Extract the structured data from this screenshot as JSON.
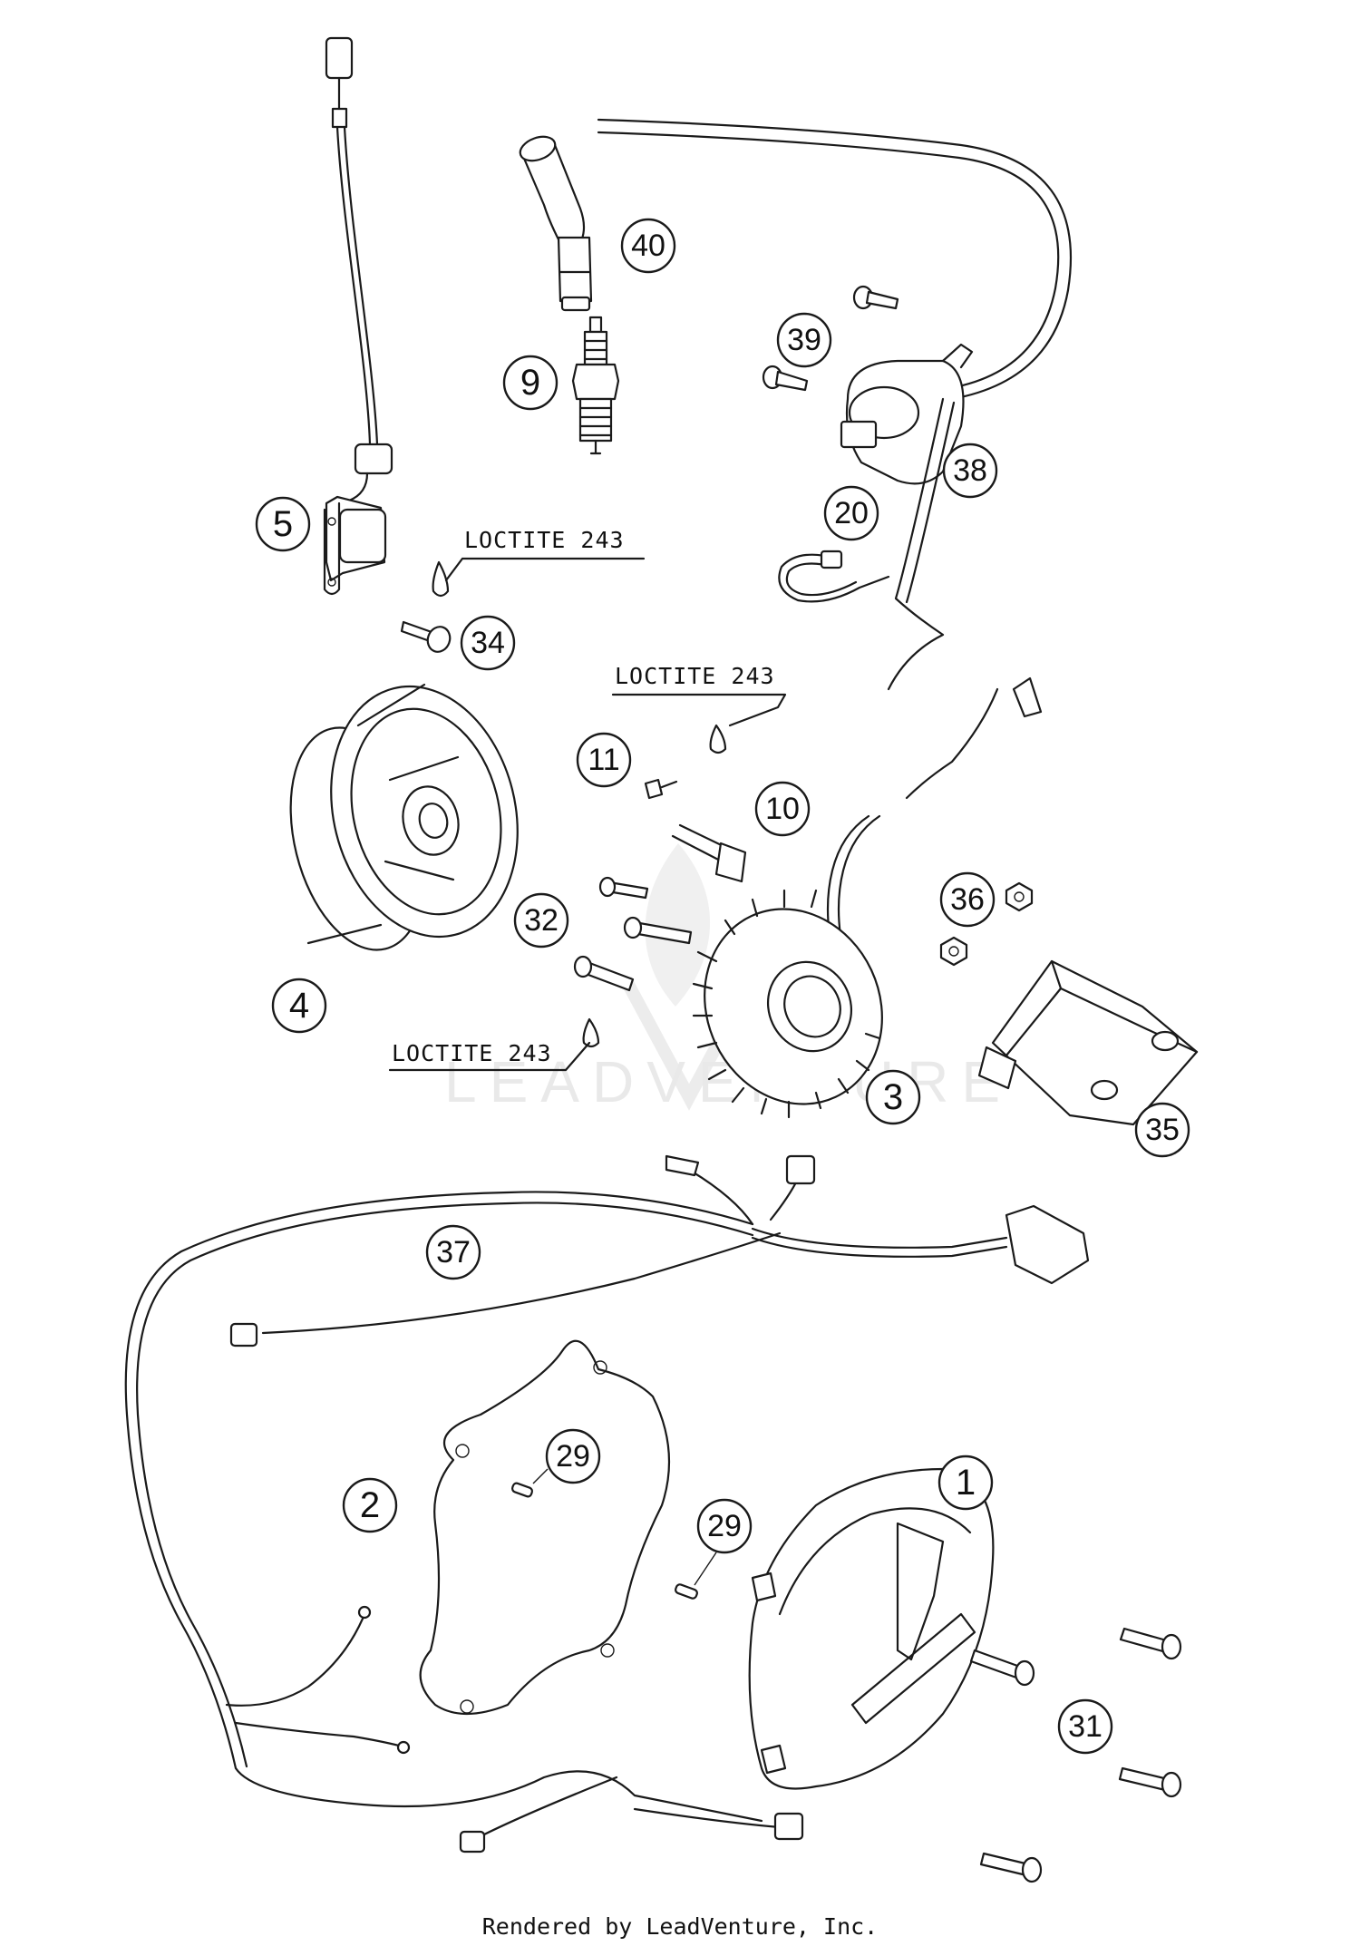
{
  "callouts": [
    {
      "id": "c1",
      "label": "1"
    },
    {
      "id": "c2",
      "label": "2"
    },
    {
      "id": "c3",
      "label": "3"
    },
    {
      "id": "c4",
      "label": "4"
    },
    {
      "id": "c5",
      "label": "5"
    },
    {
      "id": "c9",
      "label": "9"
    },
    {
      "id": "c10",
      "label": "10"
    },
    {
      "id": "c11",
      "label": "11"
    },
    {
      "id": "c20",
      "label": "20"
    },
    {
      "id": "c29a",
      "label": "29"
    },
    {
      "id": "c29b",
      "label": "29"
    },
    {
      "id": "c31",
      "label": "31"
    },
    {
      "id": "c32",
      "label": "32"
    },
    {
      "id": "c34",
      "label": "34"
    },
    {
      "id": "c35",
      "label": "35"
    },
    {
      "id": "c36",
      "label": "36"
    },
    {
      "id": "c37",
      "label": "37"
    },
    {
      "id": "c38",
      "label": "38"
    },
    {
      "id": "c39",
      "label": "39"
    },
    {
      "id": "c40",
      "label": "40"
    }
  ],
  "notes": [
    {
      "id": "n1",
      "text": "LOCTITE 243"
    },
    {
      "id": "n2",
      "text": "LOCTITE 243"
    },
    {
      "id": "n3",
      "text": "LOCTITE 243"
    }
  ],
  "watermark": "LEADVENTURE",
  "footer": "Rendered by LeadVenture, Inc."
}
